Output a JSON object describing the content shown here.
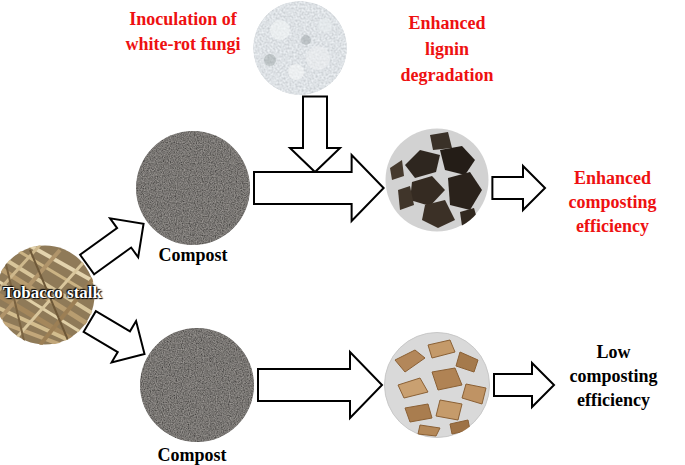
{
  "diagram": {
    "nodes": [
      {
        "text": [
          "Tobacco stalk"
        ]
      },
      {
        "text": [
          "Compost"
        ]
      },
      {
        "text": [
          "Compost"
        ]
      },
      {
        "text": [
          "Inoculation of white-rot fungi"
        ]
      },
      {
        "text": [
          "Enhanced lignin degradation"
        ]
      },
      {
        "text": [
          "Enhanced composting efficiency"
        ]
      },
      {
        "text": []
      },
      {
        "text": [
          "Low composting efficiency"
        ]
      }
    ],
    "edges": [
      {
        "from": 0,
        "to": 1,
        "arrow": "to"
      },
      {
        "from": 0,
        "to": 2,
        "arrow": "to"
      },
      {
        "from": 3,
        "to": 4,
        "arrow": "to"
      },
      {
        "from": 1,
        "to": 4,
        "arrow": "to"
      },
      {
        "from": 4,
        "to": 5,
        "arrow": "to"
      },
      {
        "from": 2,
        "to": 6,
        "arrow": "to"
      },
      {
        "from": 6,
        "to": 7,
        "arrow": "to"
      }
    ]
  }
}
